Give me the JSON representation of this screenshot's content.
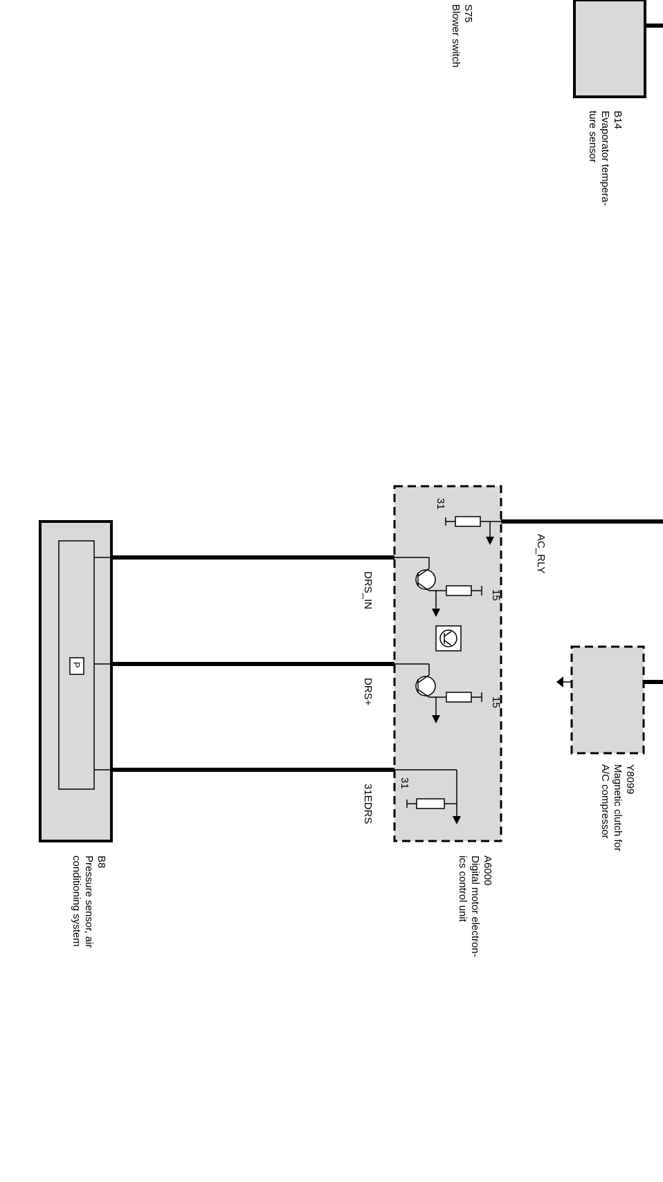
{
  "components": {
    "s75": {
      "code": "S75",
      "name": "Blower switch"
    },
    "b14": {
      "code": "B14",
      "name_line1": "Evaporator tempera-",
      "name_line2": "ture sensor"
    },
    "y8099": {
      "code": "Y8099",
      "name_line1": "Magnetic clutch for",
      "name_line2": "A/C compressor"
    },
    "a6000": {
      "code": "A6000",
      "name_line1": "Digital motor electron-",
      "name_line2": "ics control unit"
    },
    "b8": {
      "code": "B8",
      "name_line1": "Pressure sensor, air",
      "name_line2": "conditioning system",
      "symbol": "P"
    }
  },
  "signals": {
    "ac_rly": "AC_RLY",
    "drs_in": "DRS_IN",
    "drs_plus": "DRS+",
    "edrs31": "31EDRS"
  },
  "terminals": {
    "t31_top": "31",
    "t15_a": "15",
    "t15_b": "15",
    "t31_bottom": "31"
  }
}
